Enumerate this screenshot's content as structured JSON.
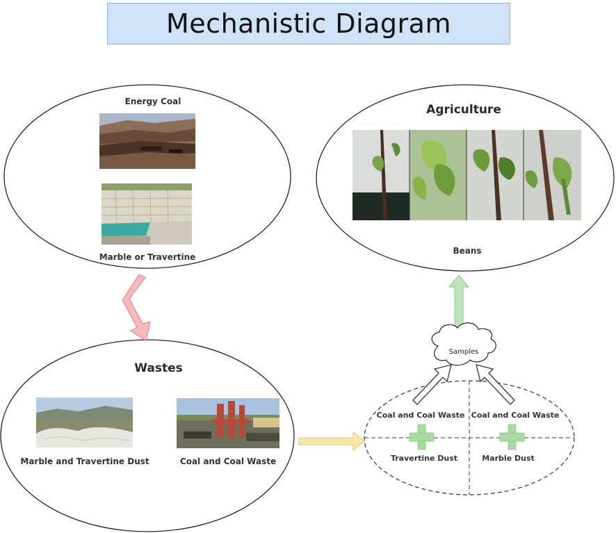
{
  "title": "Mechanistic Diagram",
  "sources": {
    "energy_coal_label": "Energy Coal",
    "marble_label": "Marble or Travertine"
  },
  "agriculture": {
    "heading": "Agriculture",
    "beans_label": "Beans"
  },
  "wastes": {
    "heading": "Wastes",
    "marble_dust_label": "Marble and Travertine Dust",
    "coal_waste_label": "Coal and Coal Waste"
  },
  "samples": {
    "label": "Samples",
    "quadrants": {
      "top_left": "Coal and Coal Waste",
      "top_right": "Coal and Coal Waste",
      "bottom_left": "Travertine Dust",
      "bottom_right": "Marble Dust"
    }
  },
  "colors": {
    "title_bg": "#cfe2f7",
    "red_arrow": "#f7b9b9",
    "yellow_arrow": "#f8e7a8",
    "green_arrow": "#bfe3b8",
    "plus": "#a8dba0"
  }
}
